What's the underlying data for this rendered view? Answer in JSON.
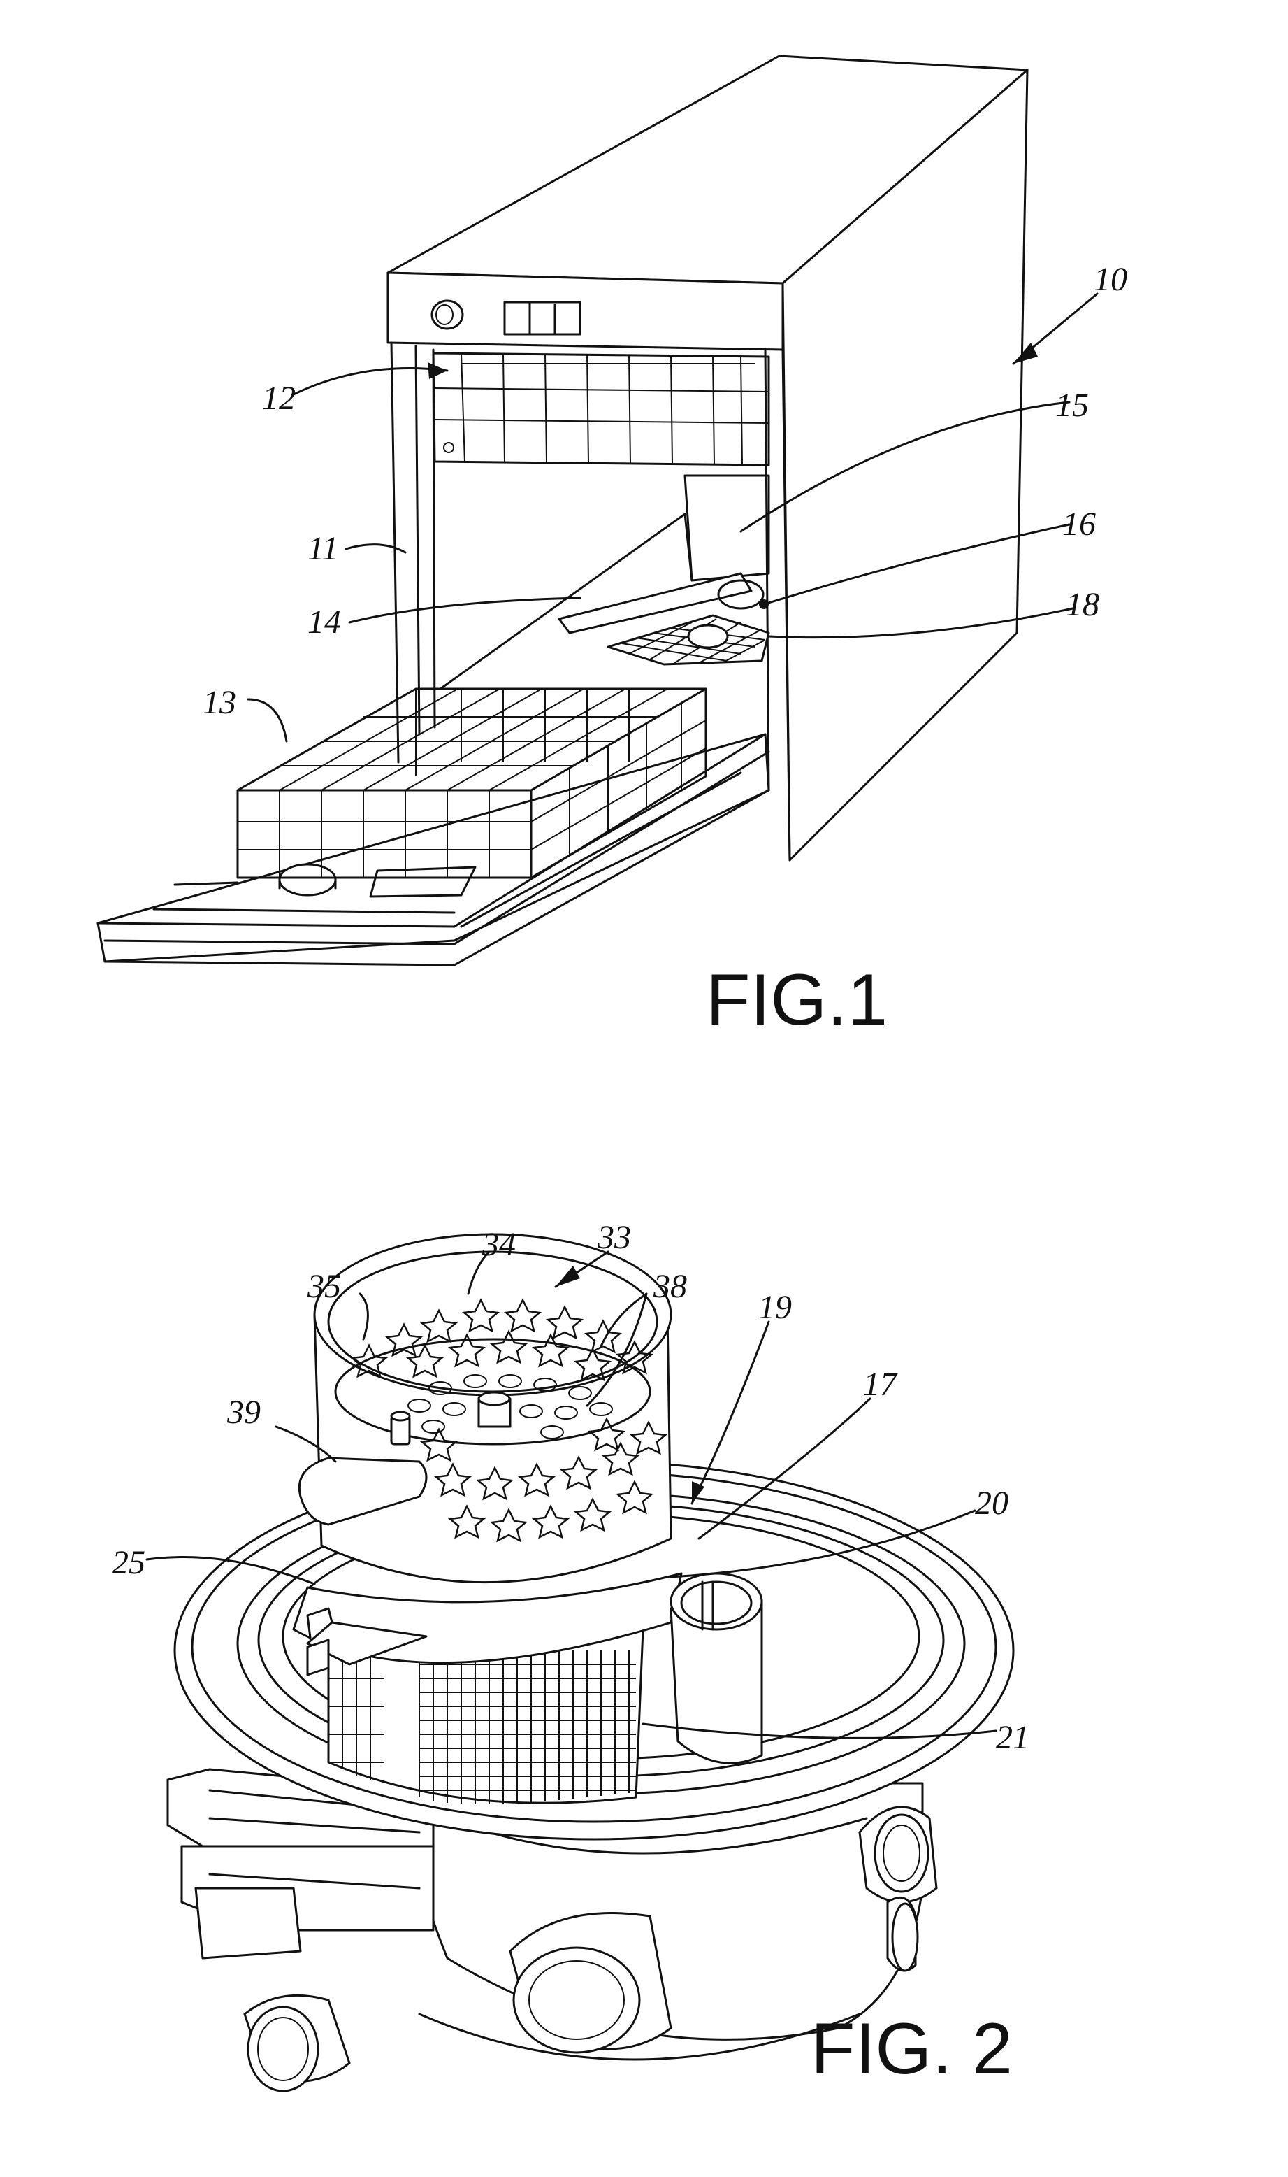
{
  "figure1": {
    "caption": "FIG.1",
    "labels": {
      "n10": "10",
      "n11": "11",
      "n12": "12",
      "n13": "13",
      "n14": "14",
      "n15": "15",
      "n16": "16",
      "n18": "18"
    }
  },
  "figure2": {
    "caption": "FIG. 2",
    "labels": {
      "n17": "17",
      "n19": "19",
      "n20": "20",
      "n21": "21",
      "n25": "25",
      "n33": "33",
      "n34": "34",
      "n35": "35",
      "n38": "38",
      "n39": "39"
    }
  }
}
